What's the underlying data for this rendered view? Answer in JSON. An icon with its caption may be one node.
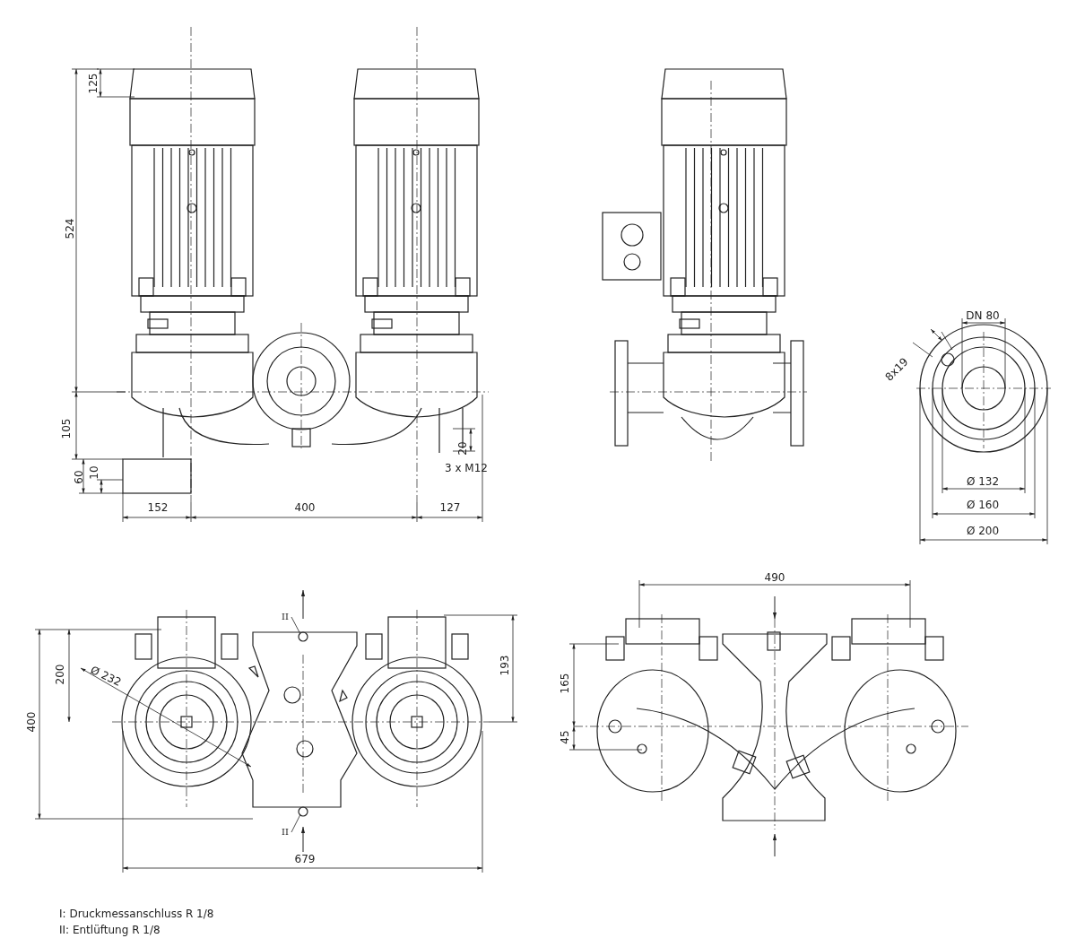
{
  "diagram": {
    "nodes": [
      {
        "text": [
          "II"
        ]
      },
      {
        "text": [
          "II"
        ]
      },
      {
        "text": [],
        "shape": "circle"
      },
      {
        "text": [],
        "shape": "circle"
      }
    ],
    "edges": [
      {
        "from": 0,
        "to": 2,
        "arrow": "none"
      },
      {
        "from": 1,
        "to": 3,
        "arrow": "none"
      }
    ],
    "labels": [
      "125",
      "524",
      "105",
      "20",
      "3 x M12",
      "60",
      "10",
      "152",
      "400",
      "127",
      "DN 80",
      "8x19",
      "Ø 132",
      "Ø 160",
      "Ø 200",
      "490",
      "200",
      "Ø 232",
      "193",
      "400",
      "165",
      "45",
      "679",
      "I: Druckmessanschluss R 1/8",
      "II: Entlüftung R 1/8"
    ]
  }
}
